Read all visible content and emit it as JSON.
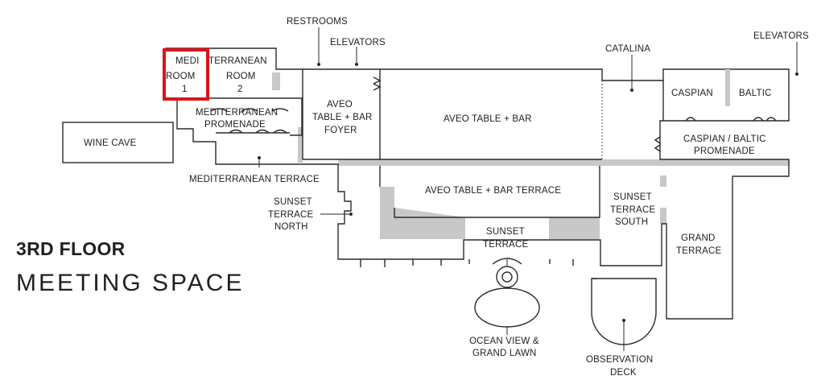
{
  "heading": {
    "floor": "3RD FLOOR",
    "subtitle": "MEETING SPACE"
  },
  "rooms": {
    "restrooms": "RESTROOMS",
    "elevators_left": "ELEVATORS",
    "elevators_right": "ELEVATORS",
    "catalina": "CATALINA",
    "med_room1_a": "MEDI",
    "med_room1_b": "ROOM",
    "med_room1_c": "1",
    "med_room2_a": "TERRANEAN",
    "med_room2_b": "ROOM",
    "med_room2_c": "2",
    "med_promenade_a": "MEDITERRANEAN",
    "med_promenade_b": "PROMENADE",
    "wine_cave": "WINE CAVE",
    "aveo_foyer_a": "AVEO",
    "aveo_foyer_b": "TABLE + BAR",
    "aveo_foyer_c": "FOYER",
    "aveo_table_bar": "AVEO TABLE + BAR",
    "caspian": "CASPIAN",
    "baltic": "BALTIC",
    "caspian_baltic_a": "CASPIAN / BALTIC",
    "caspian_baltic_b": "PROMENADE",
    "med_terrace": "MEDITERRANEAN TERRACE",
    "sunset_north_a": "SUNSET",
    "sunset_north_b": "TERRACE",
    "sunset_north_c": "NORTH",
    "aveo_terrace": "AVEO TABLE + BAR TERRACE",
    "sunset_terrace_a": "SUNSET",
    "sunset_terrace_b": "TERRACE",
    "sunset_south_a": "SUNSET",
    "sunset_south_b": "TERRACE",
    "sunset_south_c": "SOUTH",
    "grand_terrace_a": "GRAND",
    "grand_terrace_b": "TERRACE",
    "ocean_view_a": "OCEAN VIEW &",
    "ocean_view_b": "GRAND LAWN",
    "observation_a": "OBSERVATION",
    "observation_b": "DECK"
  },
  "colors": {
    "highlight": "#d9141b",
    "wall": "#2a2a2a",
    "terrace_shade": "#c8c8c8"
  }
}
